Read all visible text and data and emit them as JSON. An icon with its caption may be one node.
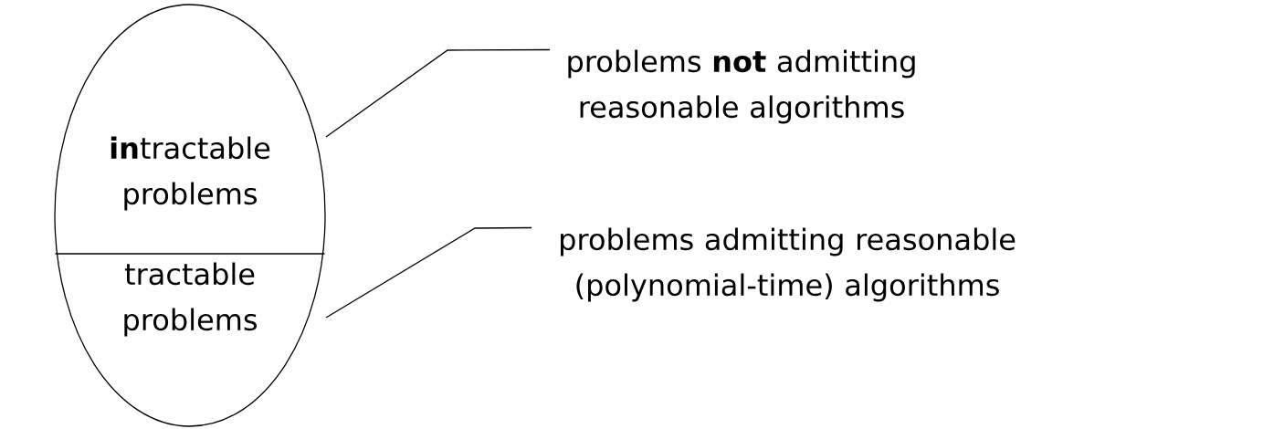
{
  "diagram": {
    "nodes": [
      {
        "text": [
          "**in**tractable problems"
        ]
      },
      {
        "text": [
          "tractable problems"
        ]
      },
      {
        "text": [
          "problems **not** admitting reasonable algorithms"
        ]
      },
      {
        "text": [
          "problems admitting reasonable (polynomial-time) algorithms"
        ]
      }
    ],
    "edges": [
      {
        "from": 2,
        "to": 0,
        "arrow": "none"
      },
      {
        "from": 3,
        "to": 1,
        "arrow": "none"
      }
    ]
  }
}
